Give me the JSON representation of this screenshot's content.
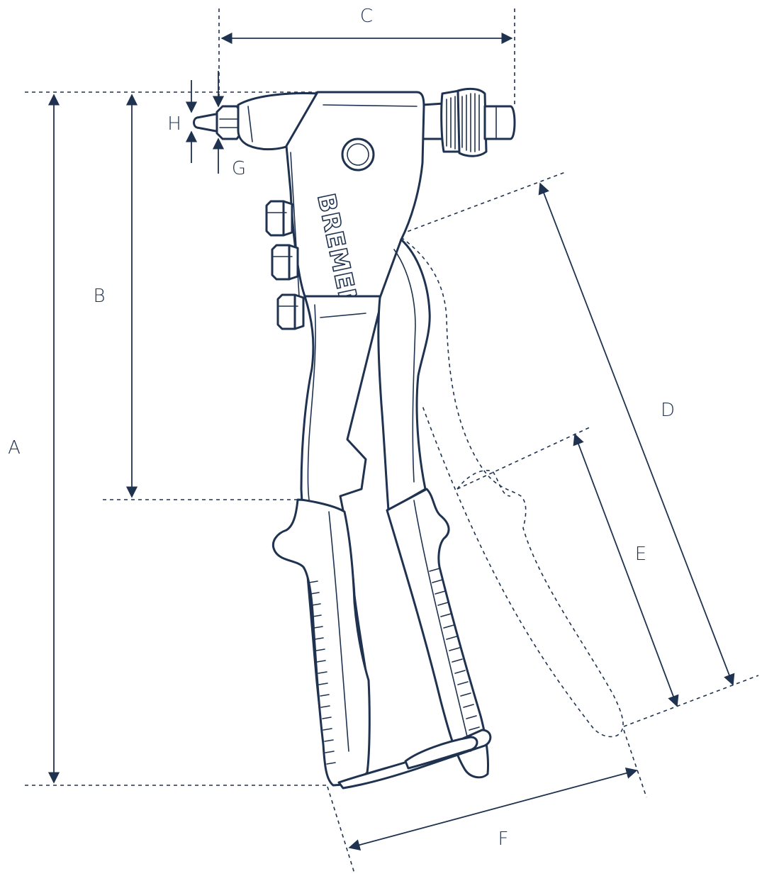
{
  "diagram": {
    "brand_text": "BREMEN",
    "dimensions": {
      "a": "A",
      "b": "B",
      "c": "C",
      "d": "D",
      "e": "E",
      "f": "F",
      "g": "G",
      "h": "H"
    },
    "colors": {
      "line": "#1f3250",
      "background": "#ffffff"
    }
  }
}
